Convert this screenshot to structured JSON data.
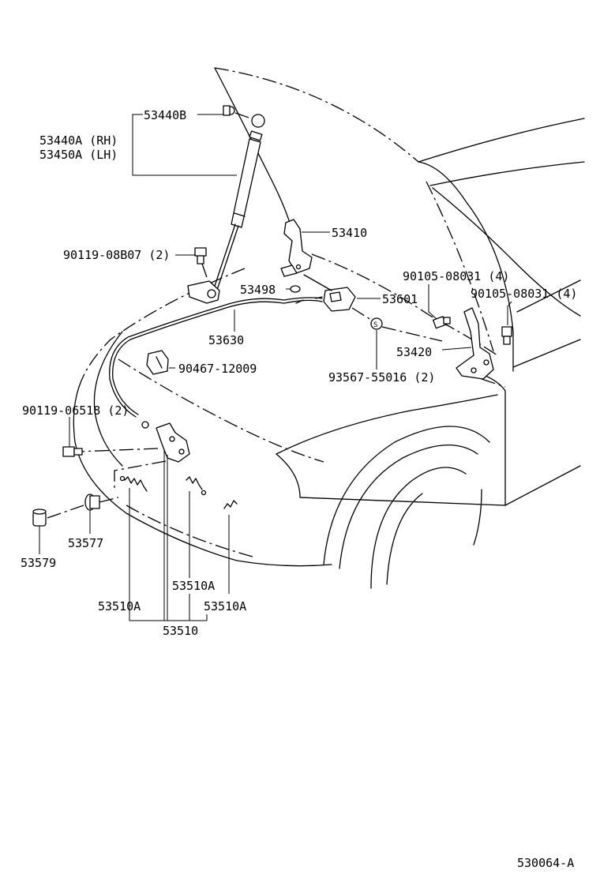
{
  "labels": {
    "p53440b": "53440B",
    "p53440a": "53440A (RH)",
    "p53450a": "53450A (LH)",
    "p90119_08b07": "90119-08B07 (2)",
    "p53410": "53410",
    "p53498": "53498",
    "p53601": "53601",
    "p90105_l": "90105-08031 (4)",
    "p90105_r": "90105-08031 (4)",
    "p53630": "53630",
    "p53420": "53420",
    "p90467": "90467-12009",
    "p93567": "93567-55016 (2)",
    "p90119_06518": "90119-06518 (2)",
    "p53577": "53577",
    "p53579": "53579",
    "p53510a_mid": "53510A",
    "p53510a_left": "53510A",
    "p53510a_right": "53510A",
    "p53510": "53510",
    "s_mark": "S"
  },
  "figure_code": "530064-A"
}
